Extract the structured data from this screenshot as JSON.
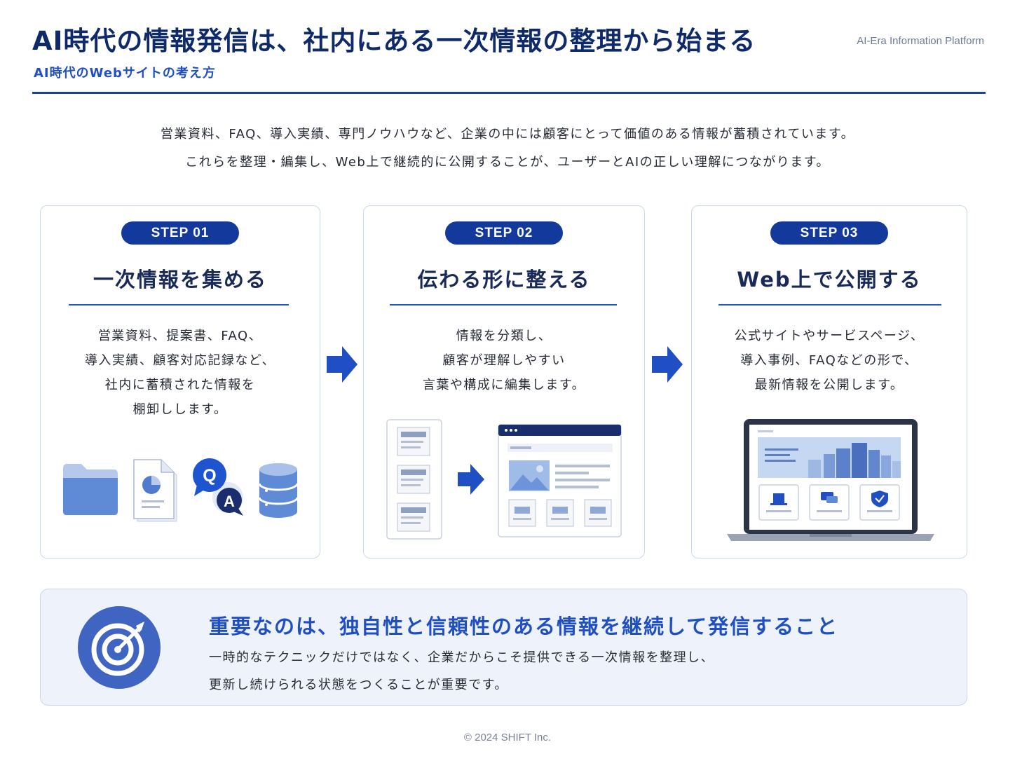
{
  "header": {
    "title": "AI時代の情報発信は、社内にある一次情報の整理から始まる",
    "subtitle": "AI時代のWebサイトの考え方",
    "platform": "AI-Era Information Platform"
  },
  "intro": {
    "line1": "営業資料、FAQ、導入実績、専門ノウハウなど、企業の中には顧客にとって価値のある情報が蓄積されています。",
    "line2": "これらを整理・編集し、Web上で継続的に公開することが、ユーザーとAIの正しい理解につながります。"
  },
  "steps": [
    {
      "badge": "STEP 01",
      "title": "一次情報を集める",
      "lines": [
        "営業資料、提案書、FAQ、",
        "導入実績、顧客対応記録など、",
        "社内に蓄積された情報を",
        "棚卸しします。"
      ]
    },
    {
      "badge": "STEP 02",
      "title": "伝わる形に整える",
      "lines": [
        "情報を分類し、",
        "顧客が理解しやすい",
        "言葉や構成に編集します。"
      ]
    },
    {
      "badge": "STEP 03",
      "title": "Web上で公開する",
      "lines": [
        "公式サイトやサービスページ、",
        "導入事例、FAQなどの形で、",
        "最新情報を公開します。"
      ]
    }
  ],
  "icons": {
    "folder": "folder-icon",
    "document": "document-chart-icon",
    "qa": "qa-bubble-icon",
    "database": "database-icon",
    "target": "target-icon",
    "qa_q": "Q",
    "qa_a": "A"
  },
  "summary": {
    "title": "重要なのは、独自性と信頼性のある情報を継続して発信すること",
    "line1": "一時的なテクニックだけではなく、企業だからこそ提供できる一次情報を整理し、",
    "line2": "更新し続けられる状態をつくることが重要です。"
  },
  "footer": "© 2024 SHIFT Inc.",
  "colors": {
    "navy": "#0f2a6b",
    "accent": "#1f4fc2",
    "badge": "#14399c",
    "panel": "#eef3fb",
    "border": "#c8d8f2"
  }
}
